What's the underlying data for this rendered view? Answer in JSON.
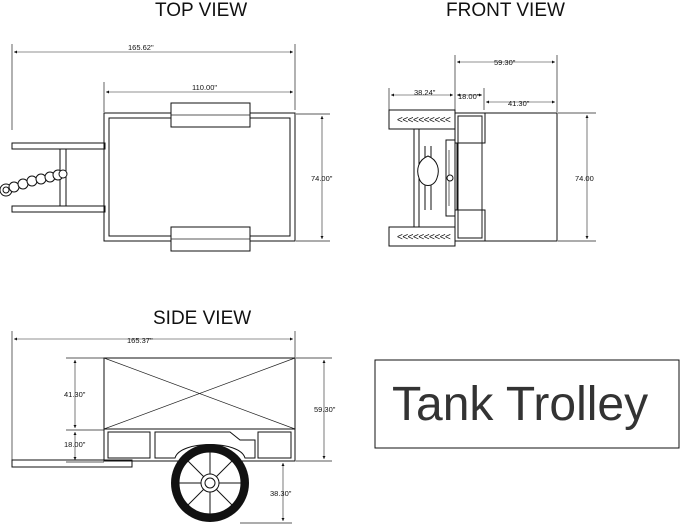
{
  "views": {
    "top": {
      "heading": "TOP VIEW",
      "dims": {
        "overall_length": "165.62\"",
        "bed_length": "110.00\"",
        "width": "74.00\""
      }
    },
    "front": {
      "heading": "FRONT VIEW",
      "dims": {
        "overall": "59.30\"",
        "left": "38.24\"",
        "middle": "18.00\"",
        "right": "41.30\"",
        "height": "74.00"
      },
      "chevrons": "<<<<<<<<<<"
    },
    "side": {
      "heading": "SIDE VIEW",
      "dims": {
        "overall_length": "165.37\"",
        "upper": "41.30\"",
        "lower": "18.00\"",
        "height": "59.30\"",
        "below": "38.30\""
      }
    }
  },
  "title_block": {
    "title": "Tank Trolley"
  },
  "colors": {
    "line": "#111111",
    "title_text": "#333333",
    "background": "#ffffff"
  }
}
